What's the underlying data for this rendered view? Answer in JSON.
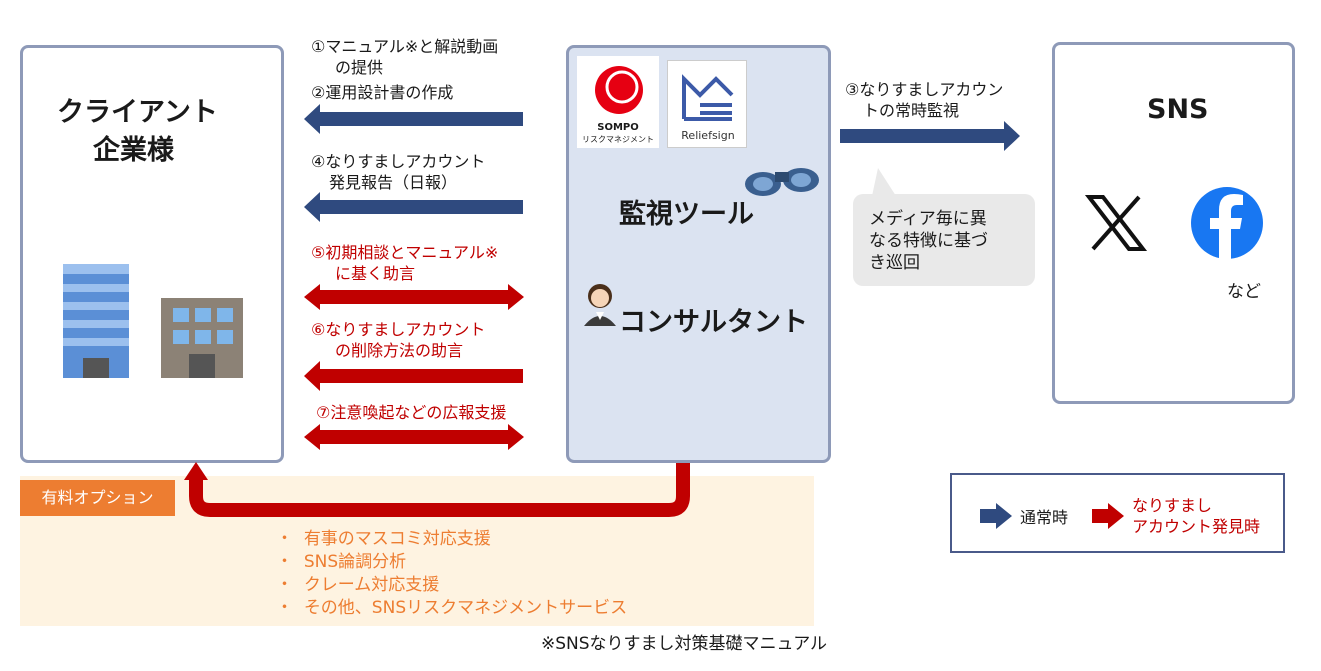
{
  "client": {
    "title_line1": "クライアント",
    "title_line2": "企業様"
  },
  "center": {
    "monitor_label": "監視ツール",
    "consultant_label": "コンサルタント",
    "sompo_logo_line1": "SOMPO",
    "sompo_logo_line2": "リスクマネジメント",
    "relief_logo_text": "Reliefsign"
  },
  "sns": {
    "title": "SNS",
    "etc_label": "など"
  },
  "flows": {
    "f1_line1": "①マニュアル※と解説動画",
    "f1_line2": "の提供",
    "f2": "②運用設計書の作成",
    "f3_line1": "③なりすましアカウン",
    "f3_line2": "トの常時監視",
    "f4_line1": "④なりすましアカウント",
    "f4_line2": "発見報告（日報）",
    "f5_line1": "⑤初期相談とマニュアル※",
    "f5_line2": "に基く助言",
    "f6_line1": "⑥なりすましアカウント",
    "f6_line2": "の削除方法の助言",
    "f7": "⑦注意喚起などの広報支援"
  },
  "bubble": {
    "line1": "メディア毎に異",
    "line2": "なる特徴に基づ",
    "line3": "き巡回"
  },
  "option": {
    "tag": "有料オプション",
    "items": [
      "有事のマスコミ対応支援",
      "SNS論調分析",
      "クレーム対応支援",
      "その他、SNSリスクマネジメントサービス"
    ]
  },
  "legend": {
    "normal": "通常時",
    "found_line1": "なりすまし",
    "found_line2": "アカウント発見時"
  },
  "footnote": "※SNSなりすまし対策基礎マニュアル",
  "colors": {
    "blue_arrow": "#2f4a7f",
    "red_arrow": "#c00000",
    "orange": "#ed7d31",
    "facebook": "#1877f2"
  }
}
